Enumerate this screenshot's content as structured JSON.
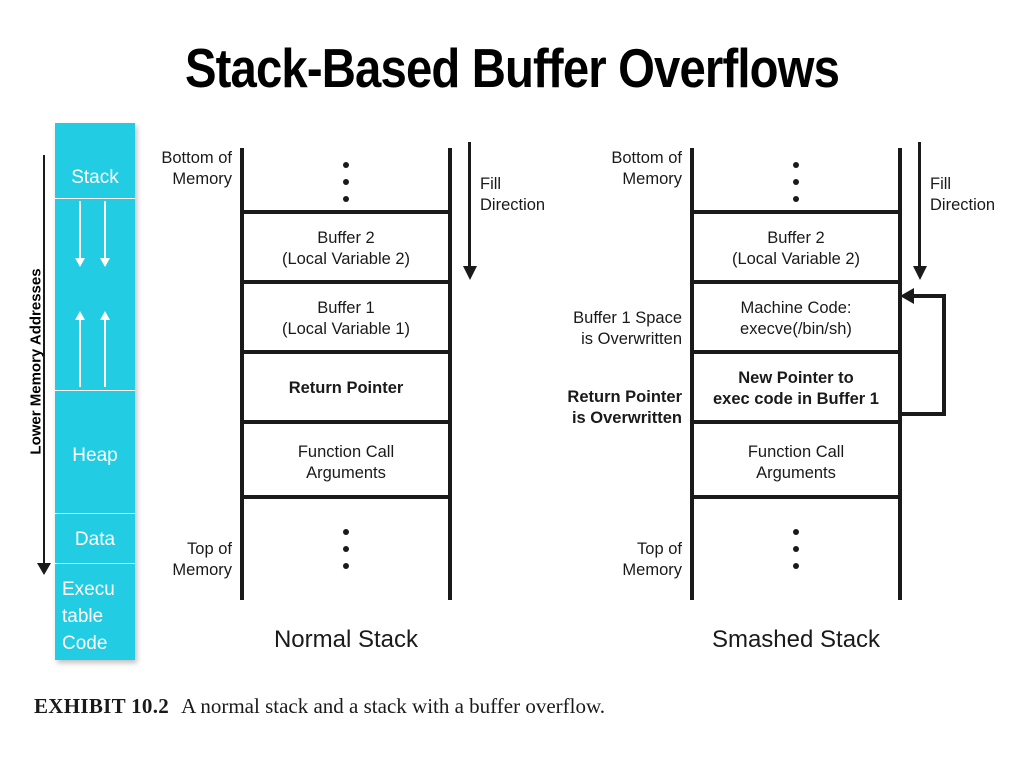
{
  "slide": {
    "title": "Stack-Based Buffer Overflows",
    "background_color": "#FFFFFF"
  },
  "memory_map": {
    "accent_color": "#22CCE2",
    "axis_label": "Lower Memory Addresses",
    "axis_icon": "down-arrow-icon",
    "segments": [
      {
        "label": "Stack"
      },
      {
        "label": ""
      },
      {
        "label": "Heap"
      },
      {
        "label": "Data"
      },
      {
        "label_line1": "Execu",
        "label_line2": "table",
        "label_line3": "Code"
      }
    ]
  },
  "normal_stack": {
    "caption": "Normal Stack",
    "top_label_line1": "Bottom of",
    "top_label_line2": "Memory",
    "bottom_label_line1": "Top of",
    "bottom_label_line2": "Memory",
    "fill_direction_line1": "Fill",
    "fill_direction_line2": "Direction",
    "rows": [
      {
        "line1": "Buffer 2",
        "line2": "(Local Variable 2)",
        "bold": false
      },
      {
        "line1": "Buffer 1",
        "line2": "(Local Variable 1)",
        "bold": false
      },
      {
        "line1": "Return Pointer",
        "line2": "",
        "bold": true
      },
      {
        "line1": "Function Call",
        "line2": "Arguments",
        "bold": false
      }
    ]
  },
  "smashed_stack": {
    "caption": "Smashed Stack",
    "top_label_line1": "Bottom of",
    "top_label_line2": "Memory",
    "bottom_label_line1": "Top of",
    "bottom_label_line2": "Memory",
    "fill_direction_line1": "Fill",
    "fill_direction_line2": "Direction",
    "side_note_buffer_line1": "Buffer 1 Space",
    "side_note_buffer_line2": "is Overwritten",
    "side_note_pointer_line1": "Return Pointer",
    "side_note_pointer_line2": "is Overwritten",
    "rows": [
      {
        "line1": "Buffer 2",
        "line2": "(Local Variable 2)",
        "bold": false
      },
      {
        "line1": "Machine Code:",
        "line2": "execve(/bin/sh)",
        "bold": false
      },
      {
        "line1": "New Pointer to",
        "line2": "exec code in Buffer 1",
        "bold": true
      },
      {
        "line1": "Function Call",
        "line2": "Arguments",
        "bold": false
      }
    ]
  },
  "exhibit": {
    "number": "EXHIBIT 10.2",
    "text": "A normal stack and a stack with a buffer overflow."
  }
}
